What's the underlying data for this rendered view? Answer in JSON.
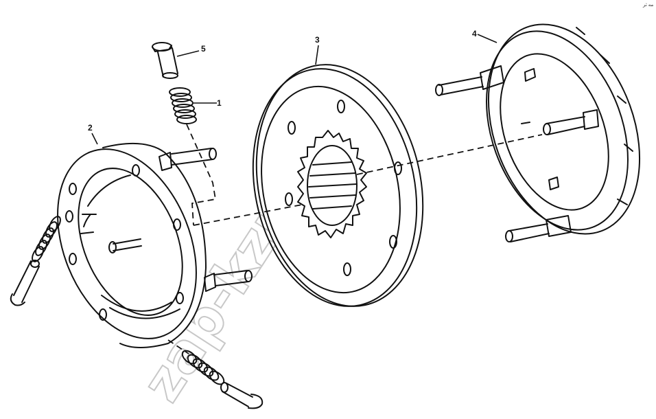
{
  "callouts": {
    "c1": "1",
    "c2": "2",
    "c3": "3",
    "c4": "4",
    "c5": "5"
  },
  "corner_mark": "ﻣﻪ ﺛﺮ",
  "watermark": "zap-kzn.ru",
  "colors": {
    "line": "#111111",
    "paper": "#ffffff",
    "watermark": "#c8c8c8"
  }
}
